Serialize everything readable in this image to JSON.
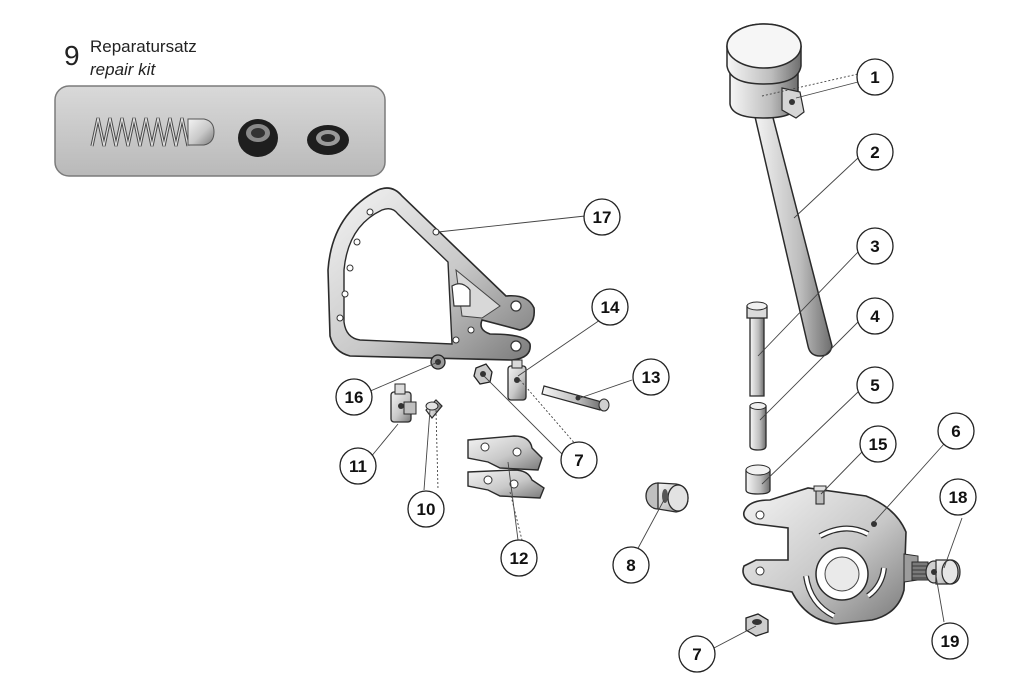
{
  "repair_kit": {
    "number": "9",
    "title_de": "Reparatursatz",
    "title_en": "repair kit"
  },
  "callouts": [
    {
      "id": "1",
      "label": "1"
    },
    {
      "id": "2",
      "label": "2"
    },
    {
      "id": "3",
      "label": "3"
    },
    {
      "id": "4",
      "label": "4"
    },
    {
      "id": "5",
      "label": "5"
    },
    {
      "id": "6",
      "label": "6"
    },
    {
      "id": "7a",
      "label": "7"
    },
    {
      "id": "7b",
      "label": "7"
    },
    {
      "id": "8",
      "label": "8"
    },
    {
      "id": "10",
      "label": "10"
    },
    {
      "id": "11",
      "label": "11"
    },
    {
      "id": "12",
      "label": "12"
    },
    {
      "id": "13",
      "label": "13"
    },
    {
      "id": "14",
      "label": "14"
    },
    {
      "id": "15",
      "label": "15"
    },
    {
      "id": "16",
      "label": "16"
    },
    {
      "id": "17",
      "label": "17"
    },
    {
      "id": "18",
      "label": "18"
    },
    {
      "id": "19",
      "label": "19"
    }
  ],
  "colors": {
    "metal_light": "#e6e6e6",
    "metal_mid": "#b9b9b9",
    "metal_dark": "#555555",
    "outline": "#2b2b2b",
    "kit_panel": "#c9c9c9",
    "callout_fill": "#ffffff"
  }
}
